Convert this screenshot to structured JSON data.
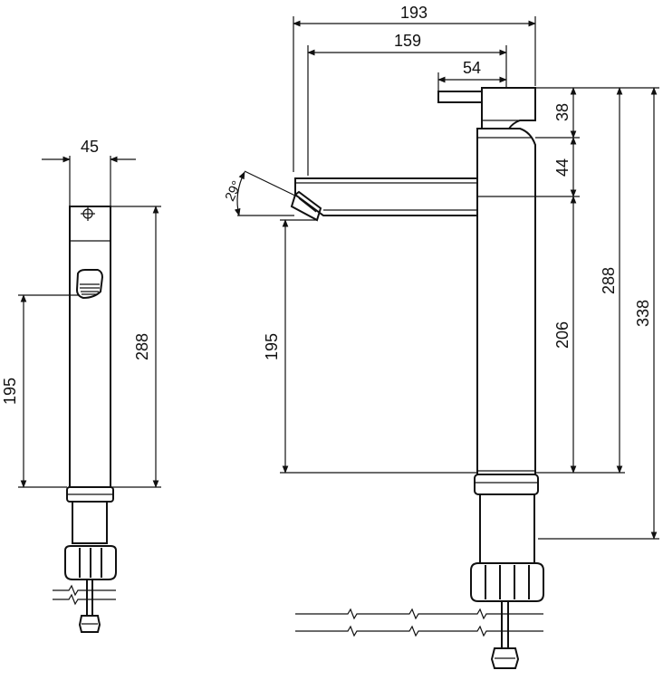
{
  "drawing": {
    "side_view": {
      "width_label": "45",
      "height_label": "288",
      "spout_height_label": "195"
    },
    "front_view": {
      "overall_reach_label": "193",
      "spout_reach_label": "159",
      "lever_label": "54",
      "handle_height_label": "38",
      "body_upper_label": "44",
      "body_lower_label": "206",
      "total_body_label": "288",
      "overall_height_label": "338",
      "spout_height_label": "195",
      "angle_label": "29°"
    }
  }
}
